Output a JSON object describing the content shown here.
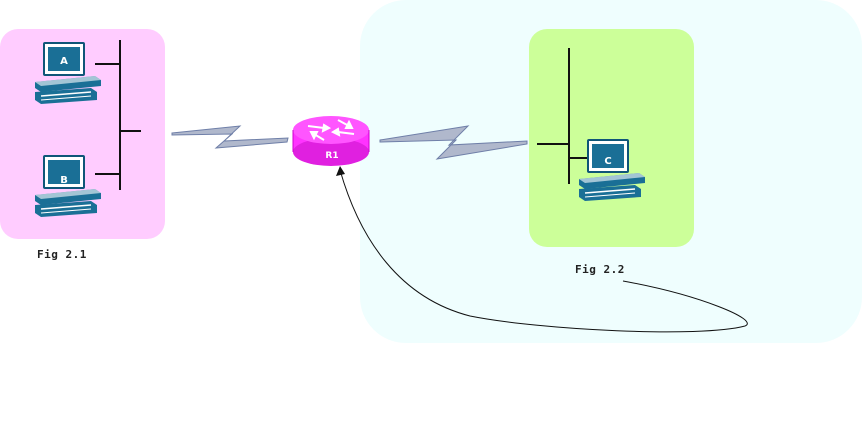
{
  "figures": {
    "fig1_label": "Fig 2.1",
    "fig2_label": "Fig 2.2"
  },
  "devices": {
    "pc_a": "A",
    "pc_b": "B",
    "pc_c": "C",
    "router": "R1"
  },
  "colors": {
    "zone_pink": "#ffccff",
    "zone_green": "#ccff99",
    "zone_cyan": "#effefe",
    "router": "#ff33ff",
    "pc_body": "#1a6f96",
    "serial_link": "#b0b8cc"
  },
  "icons": [
    "pc-icon",
    "router-icon",
    "serial-link-icon",
    "ethernet-bus"
  ]
}
